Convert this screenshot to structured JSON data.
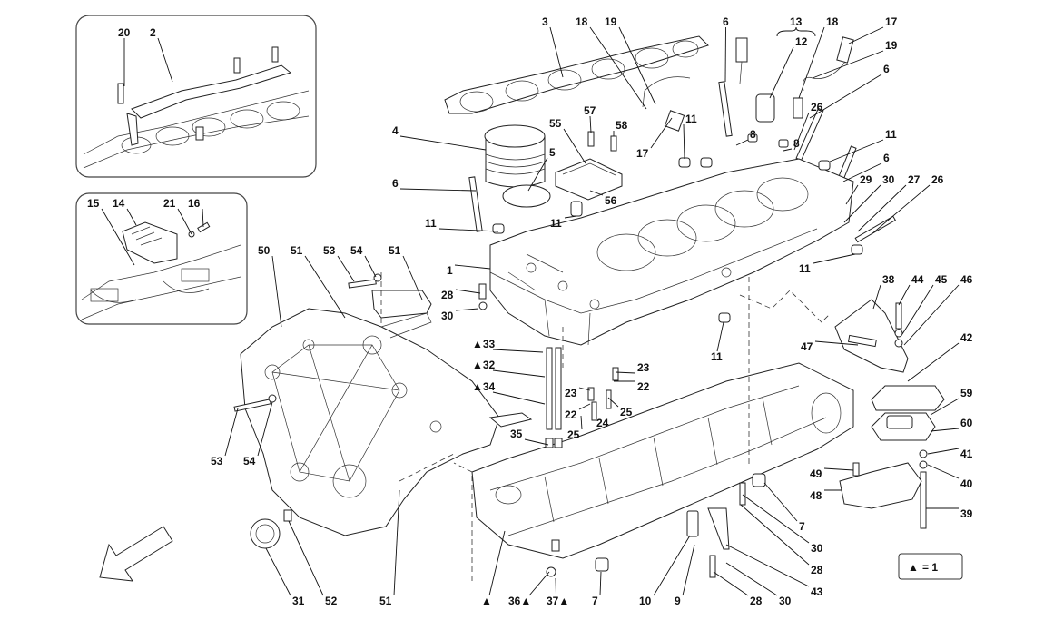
{
  "diagram": {
    "legend": {
      "symbol": "▲",
      "text": "= 1"
    },
    "callouts": [
      {
        "id": "c20",
        "text": "20"
      },
      {
        "id": "c2",
        "text": "2"
      },
      {
        "id": "c15",
        "text": "15"
      },
      {
        "id": "c14",
        "text": "14"
      },
      {
        "id": "c21",
        "text": "21"
      },
      {
        "id": "c16",
        "text": "16"
      },
      {
        "id": "c3",
        "text": "3"
      },
      {
        "id": "c18a",
        "text": "18"
      },
      {
        "id": "c19a",
        "text": "19"
      },
      {
        "id": "c6a",
        "text": "6"
      },
      {
        "id": "c13",
        "text": "13"
      },
      {
        "id": "c12",
        "text": "12"
      },
      {
        "id": "c18b",
        "text": "18"
      },
      {
        "id": "c17a",
        "text": "17"
      },
      {
        "id": "c19b",
        "text": "19"
      },
      {
        "id": "c6b",
        "text": "6"
      },
      {
        "id": "c4",
        "text": "4"
      },
      {
        "id": "c55",
        "text": "55"
      },
      {
        "id": "c57",
        "text": "57"
      },
      {
        "id": "c58",
        "text": "58"
      },
      {
        "id": "c17b",
        "text": "17"
      },
      {
        "id": "c11a",
        "text": "11"
      },
      {
        "id": "c8a",
        "text": "8"
      },
      {
        "id": "c26a",
        "text": "26"
      },
      {
        "id": "c8b",
        "text": "8"
      },
      {
        "id": "c11b",
        "text": "11"
      },
      {
        "id": "c5",
        "text": "5"
      },
      {
        "id": "c6c",
        "text": "6"
      },
      {
        "id": "c56",
        "text": "56"
      },
      {
        "id": "c6d",
        "text": "6"
      },
      {
        "id": "c29",
        "text": "29"
      },
      {
        "id": "c30a",
        "text": "30"
      },
      {
        "id": "c27",
        "text": "27"
      },
      {
        "id": "c26b",
        "text": "26"
      },
      {
        "id": "c11c",
        "text": "11"
      },
      {
        "id": "c11d",
        "text": "11"
      },
      {
        "id": "c11e",
        "text": "11"
      },
      {
        "id": "c1",
        "text": "1"
      },
      {
        "id": "c50",
        "text": "50"
      },
      {
        "id": "c51a",
        "text": "51"
      },
      {
        "id": "c53a",
        "text": "53"
      },
      {
        "id": "c54a",
        "text": "54"
      },
      {
        "id": "c51b",
        "text": "51"
      },
      {
        "id": "c28a",
        "text": "28"
      },
      {
        "id": "c30b",
        "text": "30"
      },
      {
        "id": "c38",
        "text": "38"
      },
      {
        "id": "c44",
        "text": "44"
      },
      {
        "id": "c45",
        "text": "45"
      },
      {
        "id": "c46",
        "text": "46"
      },
      {
        "id": "c47",
        "text": "47"
      },
      {
        "id": "c33",
        "text": "▲33"
      },
      {
        "id": "c32",
        "text": "▲32"
      },
      {
        "id": "c34",
        "text": "▲34"
      },
      {
        "id": "c11f",
        "text": "11"
      },
      {
        "id": "c23a",
        "text": "23"
      },
      {
        "id": "c23b",
        "text": "23"
      },
      {
        "id": "c22a",
        "text": "22"
      },
      {
        "id": "c22b",
        "text": "22"
      },
      {
        "id": "c24",
        "text": "24"
      },
      {
        "id": "c25a",
        "text": "25"
      },
      {
        "id": "c25b",
        "text": "25"
      },
      {
        "id": "c42",
        "text": "42"
      },
      {
        "id": "c59",
        "text": "59"
      },
      {
        "id": "c60",
        "text": "60"
      },
      {
        "id": "c41",
        "text": "41"
      },
      {
        "id": "c40",
        "text": "40"
      },
      {
        "id": "c49",
        "text": "49"
      },
      {
        "id": "c48",
        "text": "48"
      },
      {
        "id": "c39",
        "text": "39"
      },
      {
        "id": "c35",
        "text": "35"
      },
      {
        "id": "c53b",
        "text": "53"
      },
      {
        "id": "c54b",
        "text": "54"
      },
      {
        "id": "c7a",
        "text": "7"
      },
      {
        "id": "c30c",
        "text": "30"
      },
      {
        "id": "c28b",
        "text": "28"
      },
      {
        "id": "c43",
        "text": "43"
      },
      {
        "id": "c31",
        "text": "31"
      },
      {
        "id": "c52",
        "text": "52"
      },
      {
        "id": "c51c",
        "text": "51"
      },
      {
        "id": "c36",
        "text": "36▲"
      },
      {
        "id": "c37",
        "text": "37▲"
      },
      {
        "id": "c7b",
        "text": "7"
      },
      {
        "id": "c10",
        "text": "10"
      },
      {
        "id": "c9",
        "text": "9"
      },
      {
        "id": "c28c",
        "text": "28"
      },
      {
        "id": "c30d",
        "text": "30"
      },
      {
        "id": "ctri",
        "text": "▲"
      }
    ]
  }
}
